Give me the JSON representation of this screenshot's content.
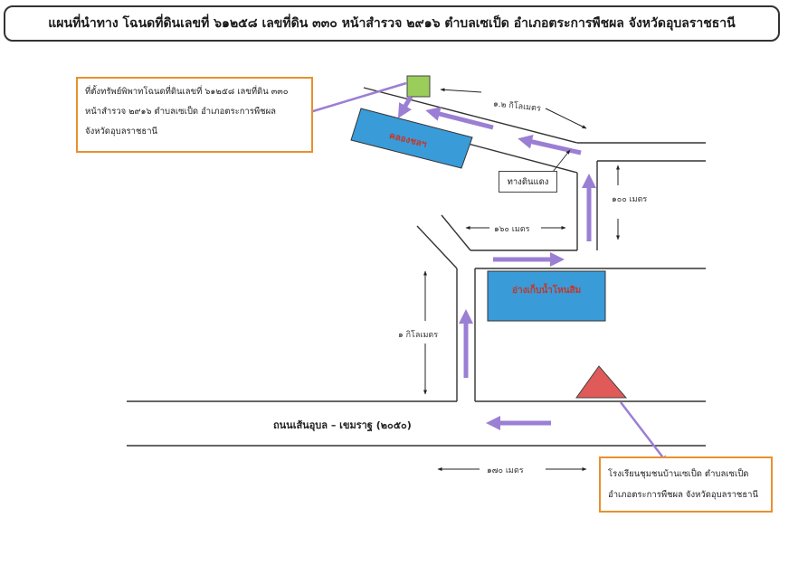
{
  "title": "แผนที่นำทาง โฉนดที่ดินเลขที่ ๖๑๒๕๘ เลขที่ดิน ๓๓๐ หน้าสำรวจ ๒๙๑๖ ตำบลเซเป็ด อำเภอตระการพืชผล จังหวัดอุบลราชธานี",
  "callouts": {
    "property": {
      "lines": [
        "ที่ตั้งทรัพย์พิพาทโฉนดที่ดินเลขที่ ๖๑๒๕๘ เลขที่ดิน ๓๓๐",
        "หน้าสำรวจ ๒๙๑๖ ตำบลเซเป็ด อำเภอตระการพืชผล",
        "จังหวัดอุบลราชธานี"
      ]
    },
    "school": {
      "lines": [
        "โรงเรียนชุมชนบ้านเซเป็ด ตำบลเซเป็ด",
        "อำเภอตระการพืชผล จังหวัดอุบลราชธานี"
      ]
    }
  },
  "landmarks": {
    "canal": "คลองชลฯ",
    "reservoir": "อ่างเก็บน้ำโหนสิม",
    "red_soil_road": "ทางดินแดง"
  },
  "road_name": "ถนนเส้นอุบล – เขมราฐ (๒๐๕๐)",
  "distances": {
    "top_road": "๑.๒ กิโลเมตร",
    "right_vertical": "๑๐๐ เมตร",
    "middle_horizontal": "๑๖๐ เมตร",
    "left_vertical": "๑ กิโลเมตร",
    "bottom_horizontal": "๑๗๐ เมตร"
  },
  "colors": {
    "route_arrow": "#9b7fd4",
    "blue_block": "#3a9bd9",
    "callout_border": "#e8912e",
    "property_marker": "#9acd5a",
    "school_marker": "#e05a5a"
  }
}
